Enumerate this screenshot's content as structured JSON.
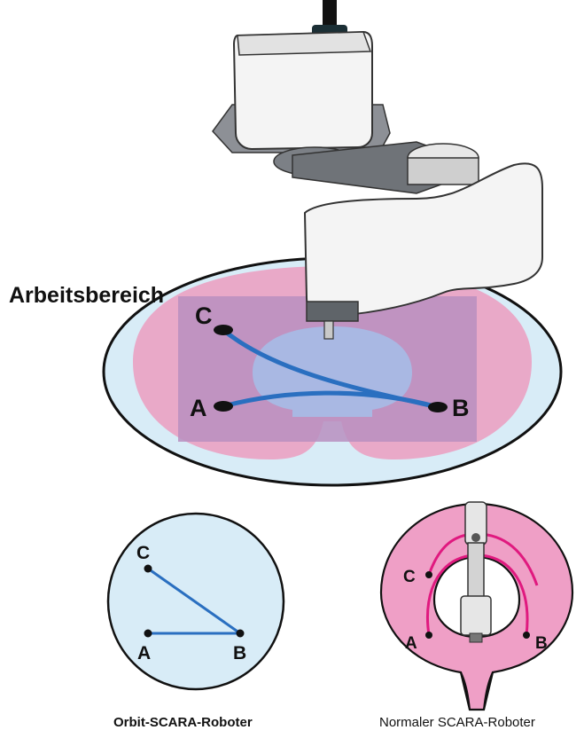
{
  "workspace_label": "Arbeitsbereich",
  "main_points": {
    "c": "C",
    "a": "A",
    "b": "B"
  },
  "orbit_points": {
    "c": "C",
    "a": "A",
    "b": "B"
  },
  "normal_points": {
    "c": "C",
    "a": "A",
    "b": "B"
  },
  "orbit_caption": "Orbit-SCARA-Roboter",
  "normal_caption": "Normaler SCARA-Roboter",
  "colors": {
    "pink_zone": "#e9a9c8",
    "purple_zone": "#b88fbf",
    "light_blue_zone": "#d8ecf7",
    "blue_inner": "#a9b8e3",
    "path_blue": "#2a6fc0",
    "path_magenta": "#e0197f",
    "normal_pink": "#ef9fc6"
  }
}
